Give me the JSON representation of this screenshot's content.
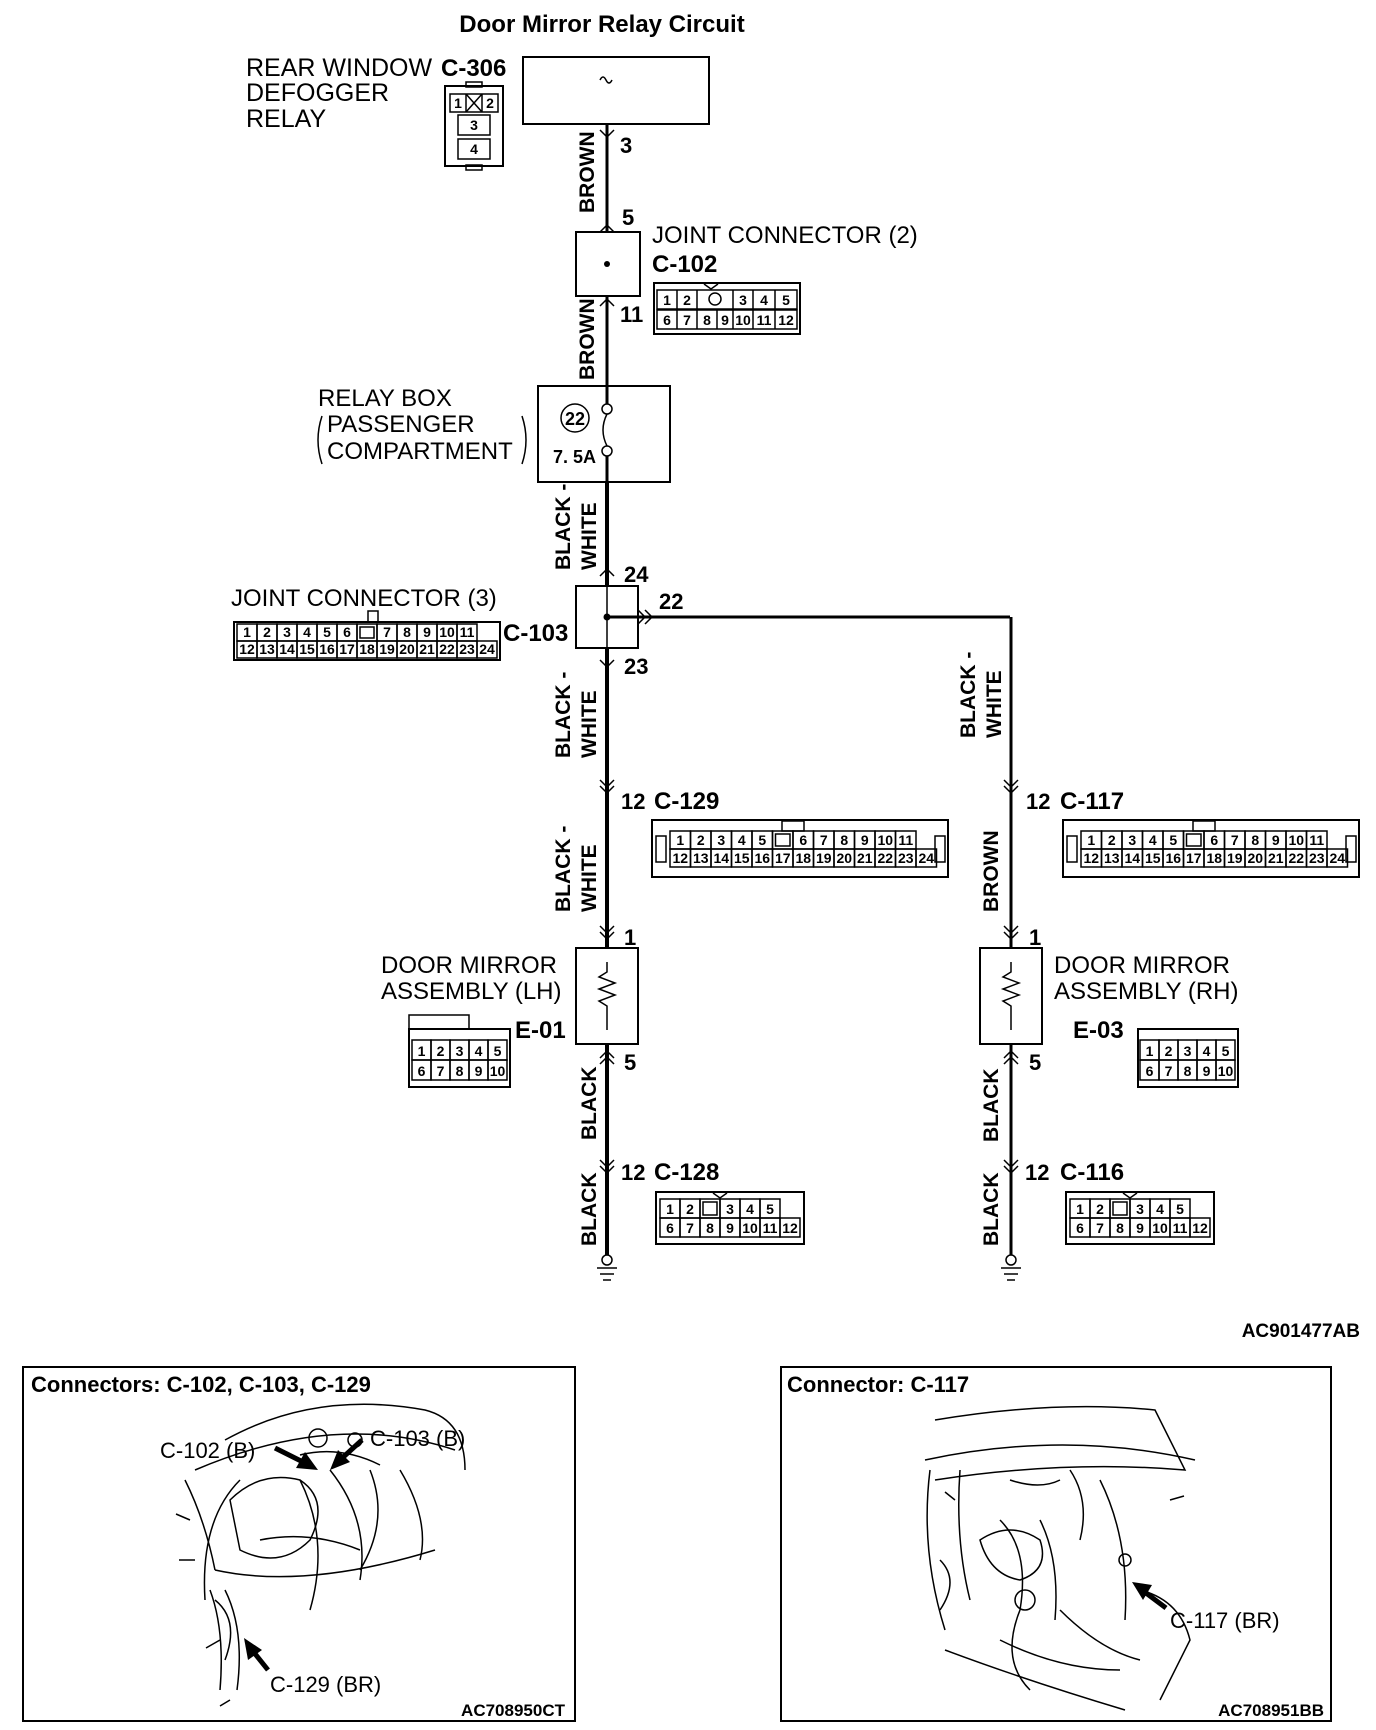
{
  "title": "Door Mirror Relay Circuit",
  "diagram_id": "AC901477AB",
  "relay": {
    "name_lines": [
      "REAR WINDOW",
      "DEFOGGER",
      "RELAY"
    ],
    "connector": "C-306",
    "pin_top_left": "1",
    "pin_top_right": "2",
    "pin_mid": "3",
    "pin_bottom": "4",
    "out_pin": "3"
  },
  "wires": {
    "brown": "BROWN",
    "black_white_1": "BLACK -",
    "black_white_2": "WHITE",
    "black": "BLACK"
  },
  "joint2": {
    "name": "JOINT CONNECTOR (2)",
    "connector": "C-102",
    "pin_in": "5",
    "pin_out": "11",
    "rows": [
      [
        "1",
        "2",
        "",
        "3",
        "4",
        "5"
      ],
      [
        "6",
        "7",
        "8",
        "9",
        "10",
        "11",
        "12"
      ]
    ]
  },
  "relay_box": {
    "name": "RELAY BOX",
    "sub": "PASSENGER",
    "sub2": "COMPARTMENT",
    "fuse_no": "22",
    "rating": "7. 5A"
  },
  "joint3": {
    "name": "JOINT CONNECTOR (3)",
    "connector": "C-103",
    "pin_in": "24",
    "pin_right": "22",
    "pin_down": "23",
    "row1": [
      "1",
      "2",
      "3",
      "4",
      "5",
      "6",
      "",
      "7",
      "8",
      "9",
      "10",
      "11"
    ],
    "row2": [
      "12",
      "13",
      "14",
      "15",
      "16",
      "17",
      "18",
      "19",
      "20",
      "21",
      "22",
      "23",
      "24"
    ]
  },
  "c129": {
    "pin": "12",
    "connector": "C-129",
    "row1": [
      "1",
      "2",
      "3",
      "4",
      "5",
      "",
      "6",
      "7",
      "8",
      "9",
      "10",
      "11"
    ],
    "row2": [
      "12",
      "13",
      "14",
      "15",
      "16",
      "17",
      "18",
      "19",
      "20",
      "21",
      "22",
      "23",
      "24"
    ]
  },
  "c117": {
    "pin": "12",
    "connector": "C-117",
    "row1": [
      "1",
      "2",
      "3",
      "4",
      "5",
      "",
      "6",
      "7",
      "8",
      "9",
      "10",
      "11"
    ],
    "row2": [
      "12",
      "13",
      "14",
      "15",
      "16",
      "17",
      "18",
      "19",
      "20",
      "21",
      "22",
      "23",
      "24"
    ]
  },
  "mirror_lh": {
    "name1": "DOOR MIRROR",
    "name2": "ASSEMBLY (LH)",
    "connector": "E-01",
    "pin_top": "1",
    "pin_bottom": "5",
    "row1": [
      "1",
      "2",
      "3",
      "4",
      "5"
    ],
    "row2": [
      "6",
      "7",
      "8",
      "9",
      "10"
    ]
  },
  "mirror_rh": {
    "name1": "DOOR MIRROR",
    "name2": "ASSEMBLY (RH)",
    "connector": "E-03",
    "pin_top": "1",
    "pin_bottom": "5",
    "row1": [
      "1",
      "2",
      "3",
      "4",
      "5"
    ],
    "row2": [
      "6",
      "7",
      "8",
      "9",
      "10"
    ]
  },
  "c128": {
    "pin": "12",
    "connector": "C-128",
    "row1": [
      "1",
      "2",
      "",
      "3",
      "4",
      "5"
    ],
    "row2": [
      "6",
      "7",
      "8",
      "9",
      "10",
      "11",
      "12"
    ]
  },
  "c116": {
    "pin": "12",
    "connector": "C-116",
    "row1": [
      "1",
      "2",
      "",
      "3",
      "4",
      "5"
    ],
    "row2": [
      "6",
      "7",
      "8",
      "9",
      "10",
      "11",
      "12"
    ]
  },
  "panel_left": {
    "title": "Connectors: C-102, C-103, C-129",
    "label_c102": "C-102 (B)",
    "label_c103": "C-103 (B)",
    "label_c129": "C-129 (BR)",
    "image_id": "AC708950CT"
  },
  "panel_right": {
    "title": "Connector: C-117",
    "label_c117": "C-117 (BR)",
    "image_id": "AC708951BB"
  }
}
